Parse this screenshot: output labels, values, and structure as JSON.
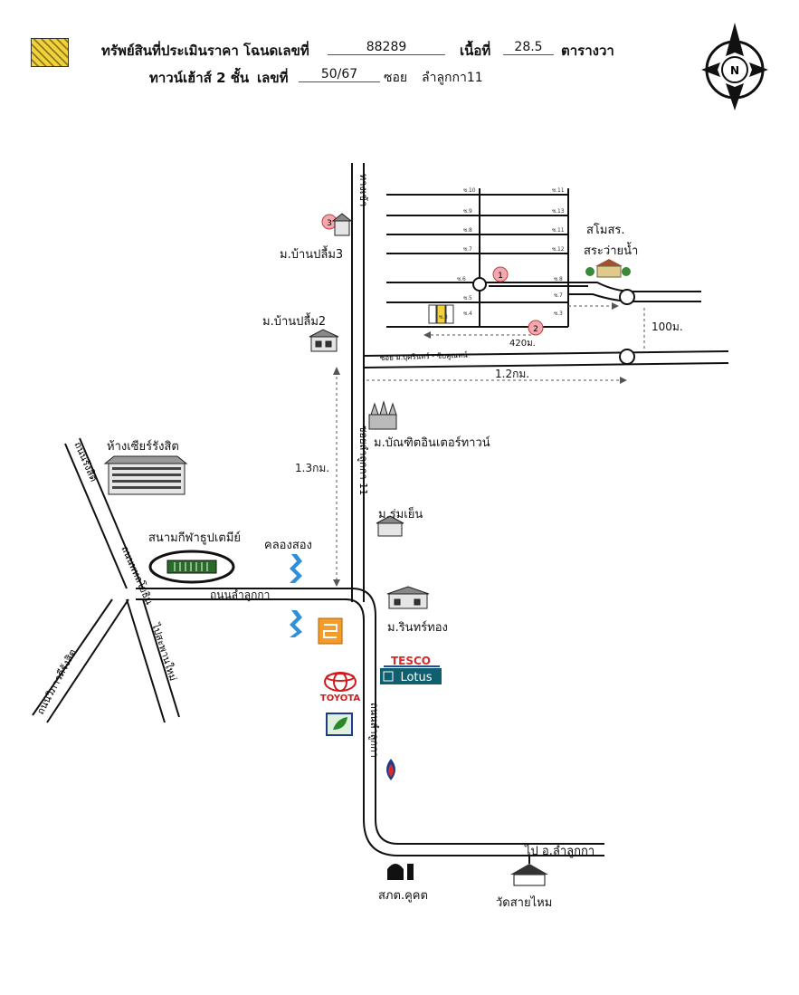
{
  "header": {
    "line1_label": "ทรัพย์สินที่ประเมินราคา โฉนดเลขที่",
    "deed_no": "88289",
    "area_label": "เนื้อที่",
    "area_value": "28.5",
    "area_unit": "ตารางวา",
    "type_label": "ทาวน์เฮ้าส์ 2 ชั้น",
    "house_no_label": "เลขที่",
    "house_no": "50/67",
    "soi_label": "ซอย",
    "soi_value": "ลำลูกกา11"
  },
  "compass": {
    "letter": "N"
  },
  "roads": {
    "road_rangsit": "ถนนรังสิต",
    "road_phahonyothin": "ถนนพหลโยธิน",
    "road_wiphawadi": "ถนนวิภาวดีรังสิต",
    "road_to_bangkhen": "ไปสะพานใหม่",
    "road_lamlukka_h": "ถนนลำลูกกา",
    "road_lamlukka_v": "ถนนลำลูกกา",
    "soi_lamlukka": "ซอยลำลูกกา 11",
    "road_top": "ทางเข้า",
    "road_soi_inner": "ซอย ม.บุศรินทร์ - ซิบคูณทน์",
    "to_lamlukka": "ไป อ.ลำลูกกา"
  },
  "places": {
    "ban_pruksa3": "ม.บ้านปลื้ม3",
    "ban_pruksa2": "ม.บ้านปลื้ม2",
    "club": "สโมสร.",
    "pool": "สระว่ายน้ำ",
    "mall": "ห้างเซียร์รังสิต",
    "stadium": "สนามกีฬาธูปเตมีย์",
    "canal": "คลองสอง",
    "bandit": "ม.บัณฑิตอินเตอร์ทาวน์",
    "romyen": "ม.ร่มเย็น",
    "rintong": "ม.รินทร์ทอง",
    "tesco_top": "TESCO",
    "tesco_bottom": "Lotus",
    "toyota": "TOYOTA",
    "police": "สภต.คูคต",
    "temple": "วัดสายไหม"
  },
  "distances": {
    "d100": "100ม.",
    "d420": "420ม.",
    "d12": "1.2กม.",
    "d13": "1.3กม."
  },
  "markers": [
    "1",
    "2",
    "3"
  ],
  "soi_labels": [
    "ซ.10",
    "ซ.11",
    "ซ.9",
    "ซ.13",
    "ซ.8",
    "ซ.11",
    "ซ.7",
    "ซ.12",
    "ซ.6",
    "ซ.8",
    "ซ.5",
    "ซ.7",
    "ซ.4",
    "ซ.3",
    "ซ.3"
  ],
  "colors": {
    "swatch_yellow": "#f2d13a",
    "marker_pink": "#f3a7ae",
    "canal_blue": "#2f8fd9",
    "tesco_red": "#d62b2b",
    "tesco_teal": "#0f5f6f",
    "toyota_red": "#d01c1c"
  }
}
